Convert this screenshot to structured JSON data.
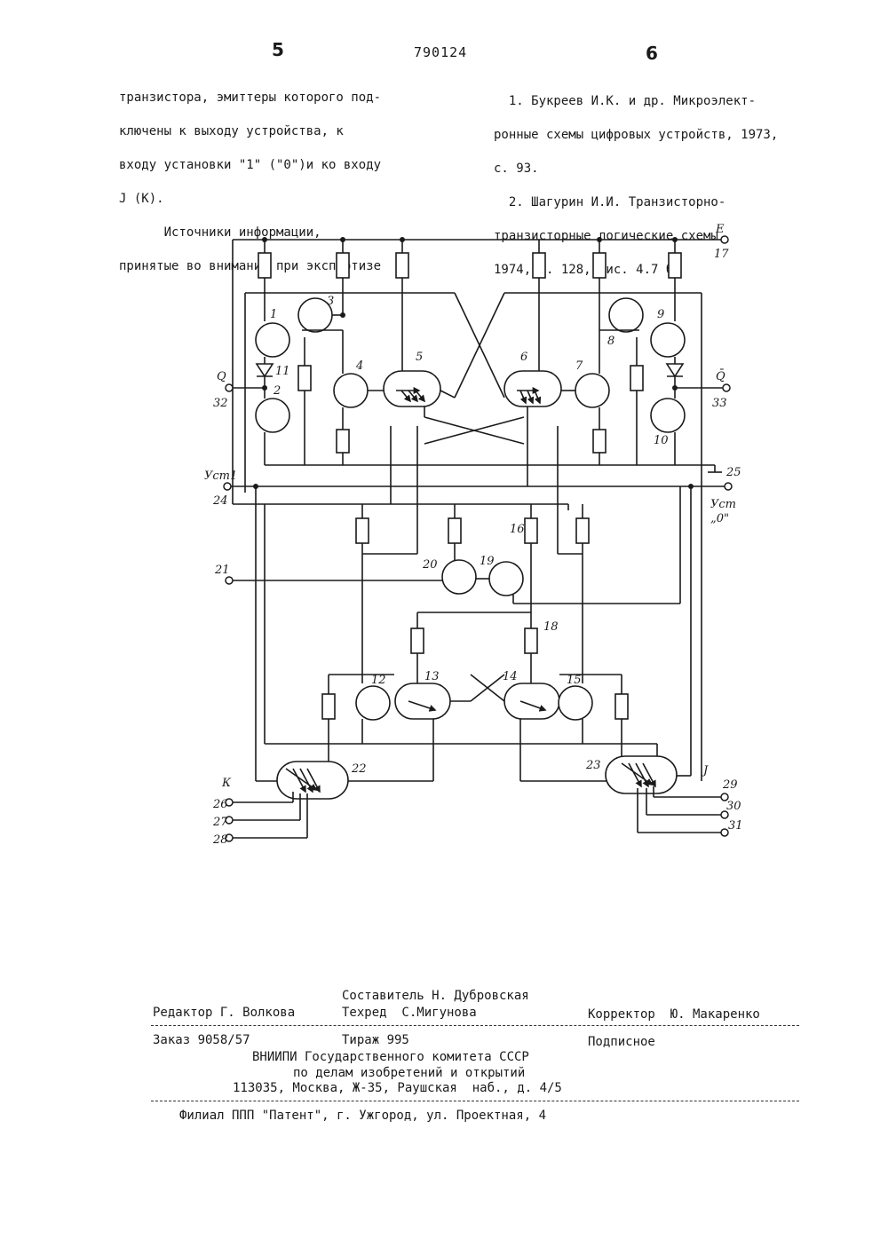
{
  "header": {
    "page_left": "5",
    "doc_number": "790124",
    "page_right": "6"
  },
  "left_column": {
    "line1": "транзистора, эмиттеры которого под-",
    "line2": "ключены к выходу устройства, к",
    "line3": "входу установки \"1\" (\"0\")и ко входу",
    "line4": "J (К).",
    "line5": "      Источники информации,",
    "line6": "принятые во внимание при экспертизе"
  },
  "right_column": {
    "line1": "  1. Букреев И.К. и др. Микроэлект-",
    "line2": "ронные схемы цифровых устройств, 1973,",
    "line3": "с. 93.",
    "line4": "  2. Шагурин И.И. Транзисторно-",
    "line5": "транзисторные логические схемы,",
    "line6": "1974, с. 128, рис. 4.7 б."
  },
  "diagram": {
    "labels": {
      "E": "E",
      "t17": "17",
      "Q": "Q",
      "t32": "32",
      "Qbar": "Q̄",
      "t33": "33",
      "t25": "25",
      "ust1": "Уст1",
      "t24": "24",
      "ust0": "Уст",
      "ust0b": "„0\"",
      "t21": "21",
      "r16": "16",
      "r18": "18",
      "K": "К",
      "J": "J",
      "t26": "26",
      "t27": "27",
      "t28": "28",
      "t29": "29",
      "t30": "30",
      "t31": "31",
      "q1": "1",
      "q2": "2",
      "q3": "3",
      "q4": "4",
      "q5": "5",
      "q6": "6",
      "q7": "7",
      "q8": "8",
      "q9": "9",
      "q10": "10",
      "d11": "11",
      "q12": "12",
      "q13": "13",
      "q14": "14",
      "q15": "15",
      "q19": "19",
      "q20": "20",
      "q22": "22",
      "q23": "23"
    }
  },
  "footer": {
    "compiler": "Составитель Н. Дубровская",
    "editor": "Редактор Г. Волкова",
    "techred": "Техред  С.Мигунова",
    "corrector": "Корректор  Ю. Макаренко",
    "order": "Заказ 9058/57",
    "circulation": "Тираж 995",
    "subscription": "Подписное",
    "org1": "ВНИИПИ Государственного комитета СССР",
    "org2": "по делам изобретений и открытий",
    "address": "113035, Москва, Ж-35, Раушская  наб., д. 4/5",
    "branch": "Филиал ППП \"Патент\", г. Ужгород, ул. Проектная, 4"
  }
}
